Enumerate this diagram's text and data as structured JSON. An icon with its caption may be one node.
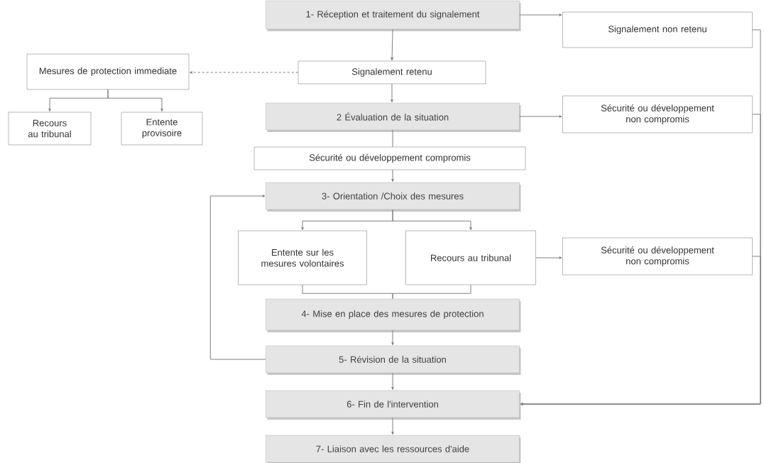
{
  "diagram": {
    "nodes": [
      {
        "text": [
          "1- Réception et traitement du signalement"
        ]
      },
      {
        "text": [
          "Signalement non retenu"
        ]
      },
      {
        "text": [
          "Signalement retenu"
        ]
      },
      {
        "text": [
          "Mesures de protection immediate"
        ]
      },
      {
        "text": [
          "Recours au tribunal"
        ]
      },
      {
        "text": [
          "Entente provisoire"
        ]
      },
      {
        "text": [
          "2 Évaluation de la situation"
        ]
      },
      {
        "text": [
          "Sécurité ou développement non compromis"
        ]
      },
      {
        "text": [
          "Sécurité ou développement compromis"
        ]
      },
      {
        "text": [
          "3- Orientation /Choix des mesures"
        ]
      },
      {
        "text": [
          "Entente sur les mesures volontaires"
        ]
      },
      {
        "text": [
          "Recours au tribunal"
        ]
      },
      {
        "text": [
          "Sécurité ou développement non compromis"
        ]
      },
      {
        "text": [
          "4- Mise en place des mesures de protection"
        ]
      },
      {
        "text": [
          "5- Révision de la situation"
        ]
      },
      {
        "text": [
          "6- Fin de l'intervention"
        ]
      },
      {
        "text": [
          "7- Liaison avec les ressources d'aide"
        ]
      }
    ],
    "edges": [
      {
        "from": 0,
        "to": 1,
        "arrow": "to"
      },
      {
        "from": 0,
        "to": 2,
        "arrow": "to"
      },
      {
        "from": 2,
        "to": 3,
        "arrow": "to",
        "style": "dashed"
      },
      {
        "from": 3,
        "to": 4,
        "arrow": "to"
      },
      {
        "from": 3,
        "to": 5,
        "arrow": "to"
      },
      {
        "from": 2,
        "to": 6,
        "arrow": "to"
      },
      {
        "from": 6,
        "to": 7,
        "arrow": "to"
      },
      {
        "from": 6,
        "to": 8,
        "arrow": "none"
      },
      {
        "from": 8,
        "to": 9,
        "arrow": "to"
      },
      {
        "from": 9,
        "to": 10,
        "arrow": "to"
      },
      {
        "from": 9,
        "to": 11,
        "arrow": "to"
      },
      {
        "from": 10,
        "to": 13,
        "arrow": "none"
      },
      {
        "from": 11,
        "to": 13,
        "arrow": "none"
      },
      {
        "from": 11,
        "to": 12,
        "arrow": "to"
      },
      {
        "from": 13,
        "to": 14,
        "arrow": "to"
      },
      {
        "from": 14,
        "to": 9,
        "arrow": "to"
      },
      {
        "from": 14,
        "to": 15,
        "arrow": "to"
      },
      {
        "from": 15,
        "to": 16,
        "arrow": "to"
      },
      {
        "from": 1,
        "to": 15,
        "arrow": "to"
      },
      {
        "from": 7,
        "to": 15,
        "arrow": "to"
      },
      {
        "from": 12,
        "to": 15,
        "arrow": "to"
      }
    ]
  }
}
